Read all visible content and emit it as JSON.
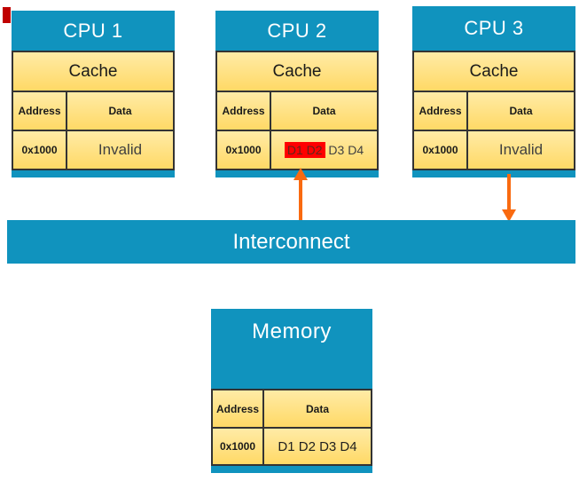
{
  "colors": {
    "block_blue": "#1093BE",
    "cell_gold_light": "#FFEBA6",
    "cell_gold_dark": "#FFD966",
    "cell_border": "#333333",
    "highlight_red": "#FF0000",
    "marker_red": "#C00000",
    "arrow_orange": "#F96A10",
    "title_text": "#FFFFFF"
  },
  "cpus": [
    {
      "title": "CPU 1",
      "cache_label": "Cache",
      "col_address": "Address",
      "col_data": "Data",
      "row_address": "0x1000",
      "row_data": "Invalid"
    },
    {
      "title": "CPU 2",
      "cache_label": "Cache",
      "col_address": "Address",
      "col_data": "Data",
      "row_address": "0x1000",
      "row_data_highlighted": "D1 D2",
      "row_data_rest": " D3 D4"
    },
    {
      "title": "CPU 3",
      "cache_label": "Cache",
      "col_address": "Address",
      "col_data": "Data",
      "row_address": "0x1000",
      "row_data": "Invalid"
    }
  ],
  "interconnect": {
    "label": "Interconnect"
  },
  "memory": {
    "title": "Memory",
    "col_address": "Address",
    "col_data": "Data",
    "row_address": "0x1000",
    "row_data": "D1 D2 D3 D4"
  }
}
